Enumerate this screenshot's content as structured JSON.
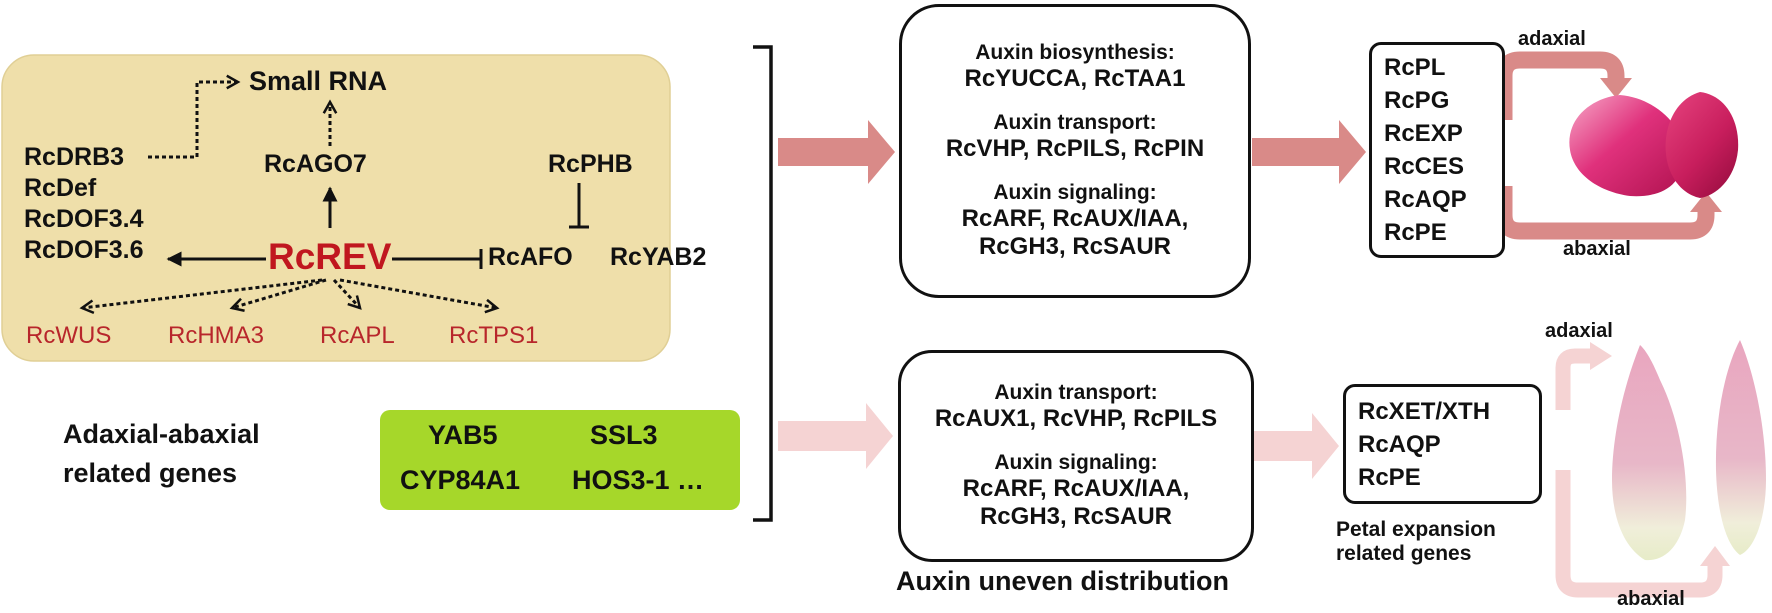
{
  "colors": {
    "tan_panel": "#efdfaa",
    "green_panel": "#a6d72a",
    "red_arrow": "#d98a88",
    "pink_arrow": "#f5d3d3",
    "gene_red": "#b8262b",
    "rev_red": "#c0171f"
  },
  "left_network": {
    "small_rna": "Small RNA",
    "rc_ago7": "RcAGO7",
    "rc_phb": "RcPHB",
    "rc_rev": "RcREV",
    "rc_afo": "RcAFO",
    "rc_yab2": "RcYAB2",
    "left_genes": [
      "RcDRB3",
      "RcDef",
      "RcDOF3.4",
      "RcDOF3.6"
    ],
    "downstream_genes": [
      "RcWUS",
      "RcHMA3",
      "RcAPL",
      "RcTPS1"
    ]
  },
  "green_panel": {
    "row1_a": "YAB5",
    "row1_b": "SSL3",
    "row2_a": "CYP84A1",
    "row2_b": "HOS3-1 …"
  },
  "left_caption": [
    "Adaxial-abaxial",
    "related genes"
  ],
  "top_auxin_box": {
    "biosynthesis_title": "Auxin biosynthesis:",
    "biosynthesis_genes": "RcYUCCA,  RcTAA1",
    "transport_title": "Auxin transport:",
    "transport_genes": "RcVHP,  RcPILS,  RcPIN",
    "signaling_title": "Auxin signaling:",
    "signaling_genes_1": "RcARF, RcAUX/IAA,",
    "signaling_genes_2": "RcGH3,  RcSAUR"
  },
  "bottom_auxin_box": {
    "transport_title": "Auxin transport:",
    "transport_genes": "RcAUX1,  RcVHP,  RcPILS",
    "signaling_title": "Auxin signaling:",
    "signaling_genes_1": "RcARF, RcAUX/IAA,",
    "signaling_genes_2": "RcGH3,  RcSAUR"
  },
  "auxin_caption": "Auxin uneven distribution",
  "top_expansion_genes": [
    "RcPL",
    "RcPG",
    "RcEXP",
    "RcCES",
    "RcAQP",
    "RcPE"
  ],
  "bottom_expansion_genes": [
    "RcXET/XTH",
    "RcAQP",
    "RcPE"
  ],
  "petal_caption": [
    "Petal expansion",
    "related genes"
  ],
  "labels": {
    "top_adaxial": "adaxial",
    "top_abaxial": "abaxial",
    "bottom_adaxial": "adaxial",
    "bottom_abaxial": "abaxial"
  }
}
